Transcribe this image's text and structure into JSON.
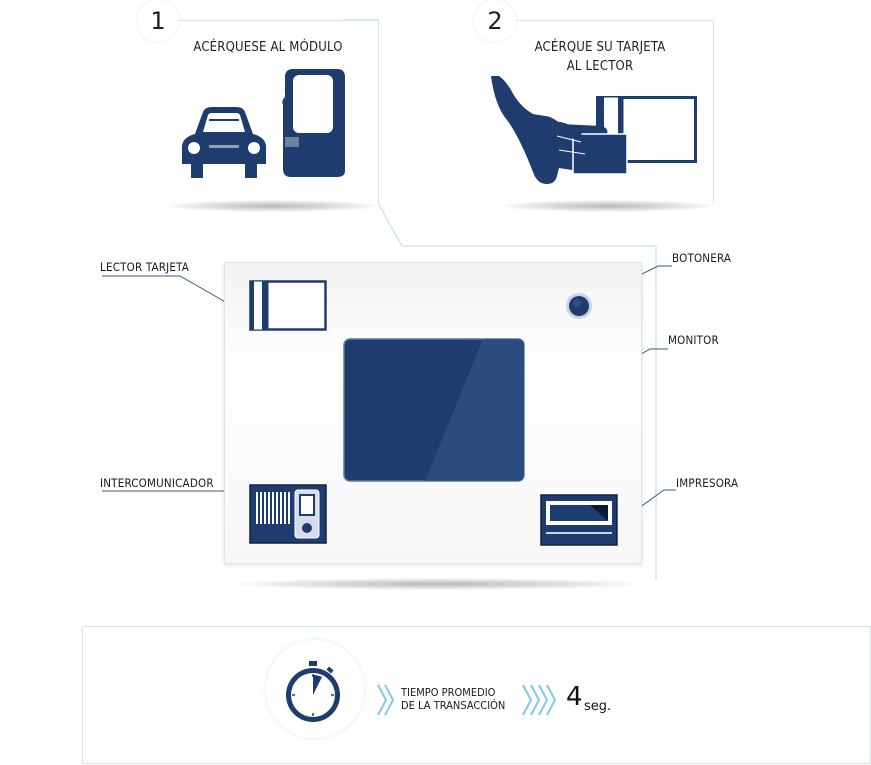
{
  "step1": {
    "number": "1",
    "text": "ACÉRQUESE AL MÓDULO"
  },
  "step2": {
    "number": "2",
    "text_line1": "ACÉRQUE SU TARJETA",
    "text_line2": "AL LECTOR"
  },
  "labels": {
    "lector_tarjeta": "LECTOR TARJETA",
    "botonera": "BOTONERA",
    "monitor": "MONITOR",
    "intercomunicador": "INTERCOMUNICADOR",
    "impresora": "IMPRESORA"
  },
  "summary": {
    "line1": "TIEMPO PROMEDIO",
    "line2": "DE LA TRANSACCIÓN",
    "value": "4",
    "unit": "seg."
  },
  "icons": [
    "car-icon",
    "kiosk-icon",
    "hand-card-icon",
    "card-reader-icon",
    "button-icon",
    "monitor-icon",
    "intercom-icon",
    "printer-icon",
    "stopwatch-icon",
    "chevron-right-icon"
  ],
  "colors": {
    "navy": "#1f3c6e",
    "border": "#cfe6f1",
    "chevron": "#7fcbe8"
  }
}
